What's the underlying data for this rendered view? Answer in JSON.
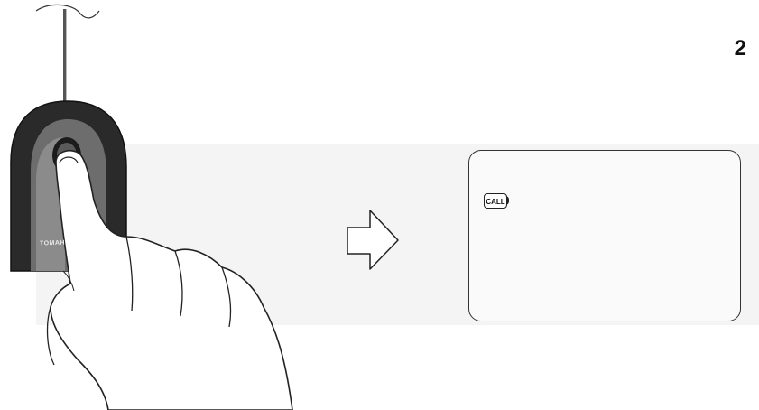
{
  "page": {
    "number": "2"
  },
  "remote": {
    "brand_text": "TOMAH"
  },
  "display": {
    "call_icon_label": "CALL"
  },
  "icons": [
    "key-fob-icon",
    "pointing-finger-icon",
    "right-arrow-icon",
    "car-icon",
    "call-icon"
  ],
  "colors": {
    "fob_dark": "#2a2a2a",
    "fob_mid": "#7a7a7a",
    "car_body": "#a9adb2",
    "outline": "#222222"
  }
}
